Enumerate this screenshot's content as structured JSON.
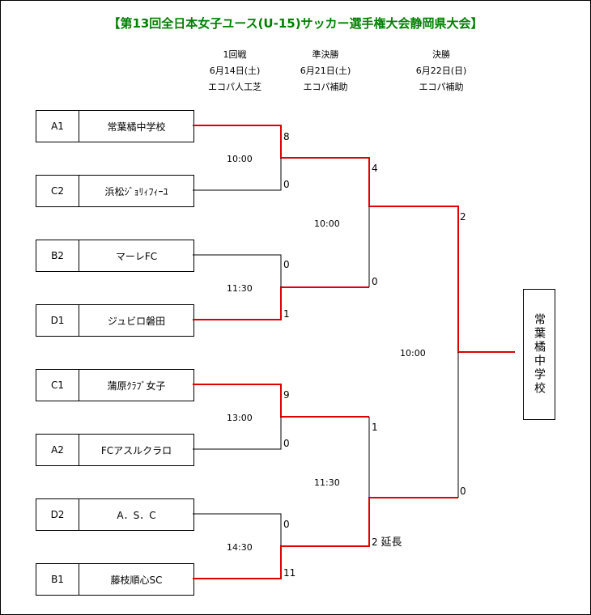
{
  "title": "【第13回全日本女子ユース(U-15)サッカー選手権大会静岡県大会】",
  "rounds": [
    {
      "name": "1回戦",
      "date": "6月14日(土)",
      "venue": "エコパ人工芝"
    },
    {
      "name": "準決勝",
      "date": "6月21日(土)",
      "venue": "エコパ補助"
    },
    {
      "name": "決勝",
      "date": "6月22日(日)",
      "venue": "エコパ補助"
    }
  ],
  "teams": [
    {
      "code": "A1",
      "name": "常葉橘中学校"
    },
    {
      "code": "C2",
      "name": "浜松ｼﾞｮﾘｨﾌｨｰﾕ"
    },
    {
      "code": "B2",
      "name": "マーレFC"
    },
    {
      "code": "D1",
      "name": "ジュビロ磐田"
    },
    {
      "code": "C1",
      "name": "蒲原ｸﾗﾌﾞ女子"
    },
    {
      "code": "A2",
      "name": "FCアスルクラロ"
    },
    {
      "code": "D2",
      "name": "A．S．C"
    },
    {
      "code": "B1",
      "name": "藤枝順心SC"
    }
  ],
  "r1_times": [
    "10:00",
    "11:30",
    "13:00",
    "14:30"
  ],
  "r1_scores": [
    "8",
    "0",
    "0",
    "1",
    "9",
    "0",
    "0",
    "11"
  ],
  "sf_times": [
    "10:00",
    "11:30"
  ],
  "sf_scores": [
    "4",
    "0",
    "1",
    "2"
  ],
  "extra_time": "延長",
  "final_time": "10:00",
  "final_scores": [
    "2",
    "0"
  ],
  "champion": "常葉橘中学校",
  "colors": {
    "winner_line": "#e00000",
    "loser_line": "#000000",
    "title": "#008000"
  }
}
